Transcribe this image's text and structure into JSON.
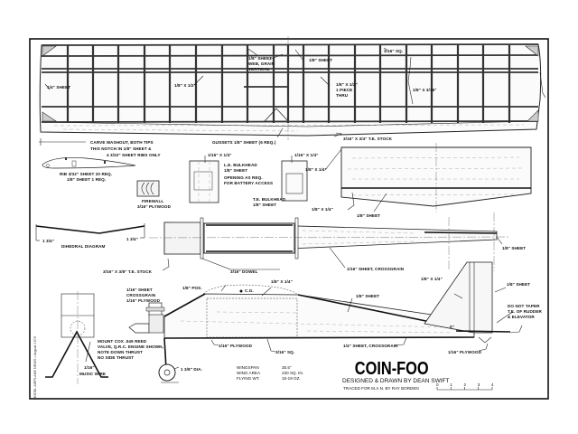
{
  "title": {
    "name": "COIN-FOO",
    "designer": "DESIGNED & DRAWN BY DEAN SWIFT",
    "tracer": "TRACED FOR M.A.N. BY RAY BORDEN"
  },
  "specs": [
    {
      "label": "WINGSPAN",
      "value": "35.5\""
    },
    {
      "label": "WING AREA",
      "value": "230 SQ. IN."
    },
    {
      "label": "FLYING WT.",
      "value": "16-19 OZ."
    }
  ],
  "scale_bar": {
    "ticks": [
      "0",
      "1",
      "2",
      "3",
      "4"
    ]
  },
  "side_credit": "MODEL AIRPLANE NEWS • August 1975",
  "labels": {
    "wing_tip_sheet": "1/4\" SHEET",
    "spar_center": "1/8\" X 1/2\"",
    "web_1": "1/8\" SHEET",
    "web_2": "WEB, GRAIN",
    "web_3": "VERTICAL",
    "center_sheet": "1/8\" SHEET",
    "spar_thru_1": "1/8\" X 1/2\"",
    "spar_thru_2": "1 PIECE",
    "spar_thru_3": "THRU",
    "rear_spar": "1/8\" X 3/16\"",
    "le_sq": "3/16\" SQ.",
    "washout": "CARVE WASHOUT, BOTH TIPS",
    "gussets": "GUSSETS 1/8\" SHEET (6 REQ.)",
    "te_stock": "3/16\" X 3/4\" T.E. STOCK",
    "notch_1": "THIS NOTCH IN 1/8\" SHEET &",
    "notch_2": "4 3/32\" SHEET RIBS ONLY",
    "rib_1": "RIB 3/32\" SHEET 20 REQ.",
    "rib_2": "1/8\" SHEET 1 REQ.",
    "le_strip": "1/16\" X 1/4\"",
    "le_bulk_1": "L.E. BULKHEAD",
    "le_bulk_2": "1/8\" SHEET",
    "opening_1": "OPENING AS REQ.",
    "opening_2": "FOR BATTERY ACCESS",
    "te_strip": "1/16\" X 1/4\"",
    "te_bulk_1": "T.E. BULKHEAD",
    "te_bulk_2": "1/8\" SHEET",
    "firewall_1": "FIREWALL",
    "firewall_2": "3/16\" PLYWOOD",
    "stab_edge": "1/8\" X 1/4\"",
    "stab_edge2": "1/8\" X 1/4\"",
    "stab_sheet": "1/8\" SHEET",
    "dihedral_left": "1 3/4\"",
    "dihedral_right": "1 3/4\"",
    "dihedral_title": "DIHEDRAL DIAGRAM",
    "fuse_te_stock": "3/16\" X 3/8\" T.E. STOCK",
    "dowel": "3/16\" DOWEL",
    "crossgrain_top": "1/16\" SHEET, CROSSGRAIN",
    "tail_sheet": "1/8\" SHEET",
    "cowl_1": "1/16\" SHEET",
    "cowl_2": "CROSSGRAIN",
    "cowl_3": "1/16\" PLYWOOD",
    "pos": "1/8\" POS.",
    "cg": "C.G.",
    "stringer": "1/8\" X 1/4\"",
    "fuse_side": "1/8\" SHEET",
    "fin_edge": "1/8\" X 1/4\"",
    "fin_sheet": "1/8\" SHEET",
    "taper_1": "DO NOT TAPER",
    "taper_2": "T.E. OF RUDDER",
    "taper_3": "& ELEVATOR",
    "mount_1": "MOUNT COX .049 REED",
    "mount_2": "VALVE, Q.R.C. ENGINE SHOWN,",
    "mount_3": "NOTE DOWN THRUST",
    "mount_4": "NO SIDE THRUST",
    "bottom_ply": "1/16\" PLYWOOD",
    "sq": "3/16\" SQ.",
    "bottom_cross": "1/4\" SHEET, CROSSGRAIN",
    "tail_ply": "1/16\" PLYWOOD",
    "wheel": "1 3/8\" DIA.",
    "wire_1": "1/16\"",
    "wire_2": "MUSIC WIRE",
    "zero": "0\""
  }
}
